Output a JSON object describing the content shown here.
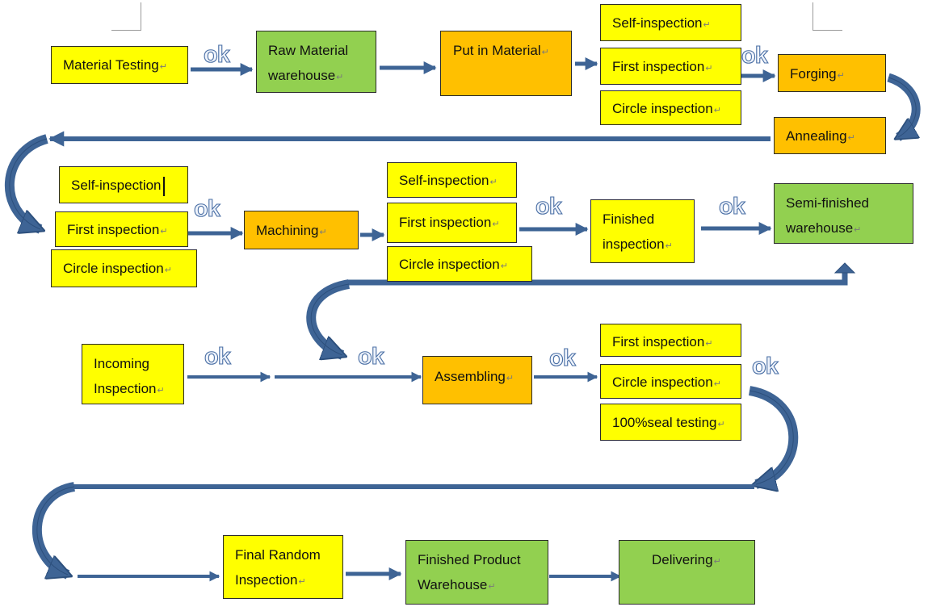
{
  "colors": {
    "arrow": "#3e6495",
    "arrow_dark": "#2c4f7c",
    "yellow": "#ffff00",
    "orange": "#ffc000",
    "green": "#92d050"
  },
  "ok_label": "ok",
  "paragraph_mark": "↵",
  "row1": {
    "material_testing": "Material Testing",
    "raw_material_warehouse": [
      "Raw  Material",
      "warehouse"
    ],
    "put_in_material": "Put in Material",
    "self_inspection": "Self-inspection",
    "first_inspection": "First inspection",
    "circle_inspection": "Circle inspection",
    "forging": "Forging",
    "annealing": "Annealing"
  },
  "row2": {
    "self_inspection": "Self-inspection",
    "first_inspection": "First inspection",
    "circle_inspection": "Circle inspection",
    "machining": "Machining",
    "self_inspection_b": "Self-inspection",
    "first_inspection_b": "First inspection",
    "circle_inspection_b": "Circle inspection",
    "finished_inspection": [
      "Finished",
      "inspection"
    ],
    "semi_finished_warehouse": [
      "Semi-finished",
      "warehouse"
    ]
  },
  "row3": {
    "incoming_inspection": [
      "Incoming",
      "Inspection"
    ],
    "assembling": "Assembling",
    "first_inspection": "First inspection",
    "circle_inspection": "Circle inspection",
    "seal_testing": "100%seal testing"
  },
  "row4": {
    "final_random_inspection": [
      "Final Random",
      "Inspection"
    ],
    "finished_product_warehouse": [
      "Finished  Product",
      "Warehouse"
    ],
    "delivering": "Delivering"
  }
}
